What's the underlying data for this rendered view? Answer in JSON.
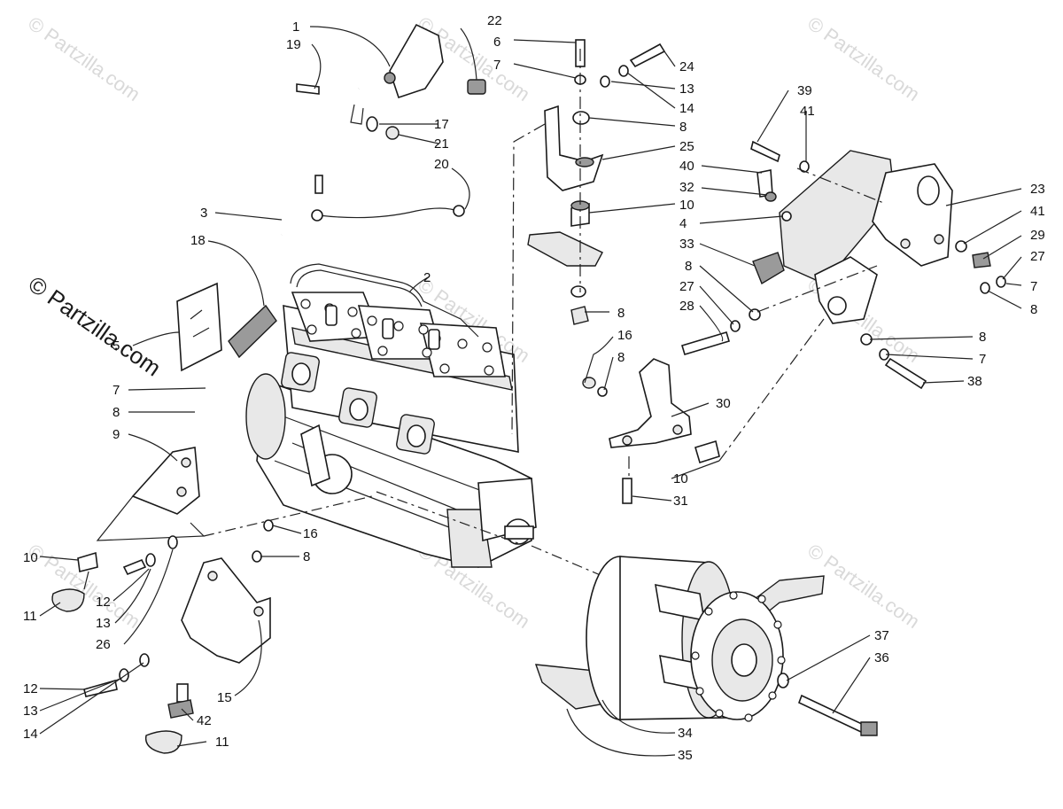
{
  "watermarks": {
    "corner": "© Partzilla.com",
    "side": "© Partzilla.com"
  },
  "callouts": {
    "c1": "1",
    "c2": "2",
    "c3": "3",
    "c4": "4",
    "c5": "5",
    "c6": "6",
    "c7a": "7",
    "c7b": "7",
    "c7c": "7",
    "c7d": "7",
    "c8a": "8",
    "c8b": "8",
    "c8c": "8",
    "c8d": "8",
    "c8e": "8",
    "c8f": "8",
    "c8g": "8",
    "c8h": "8",
    "c9": "9",
    "c10a": "10",
    "c10b": "10",
    "c10c": "10",
    "c11a": "11",
    "c11b": "11",
    "c12a": "12",
    "c12b": "12",
    "c13a": "13",
    "c13b": "13",
    "c13c": "13",
    "c14a": "14",
    "c14b": "14",
    "c15": "15",
    "c16a": "16",
    "c16b": "16",
    "c17": "17",
    "c18": "18",
    "c19": "19",
    "c20": "20",
    "c21": "21",
    "c22": "22",
    "c23": "23",
    "c24": "24",
    "c25": "25",
    "c26": "26",
    "c27a": "27",
    "c27b": "27",
    "c28": "28",
    "c29": "29",
    "c30": "30",
    "c31": "31",
    "c32": "32",
    "c33": "33",
    "c34": "34",
    "c35": "35",
    "c36": "36",
    "c37": "37",
    "c38": "38",
    "c39": "39",
    "c40": "40",
    "c41a": "41",
    "c41b": "41",
    "c42": "42"
  }
}
